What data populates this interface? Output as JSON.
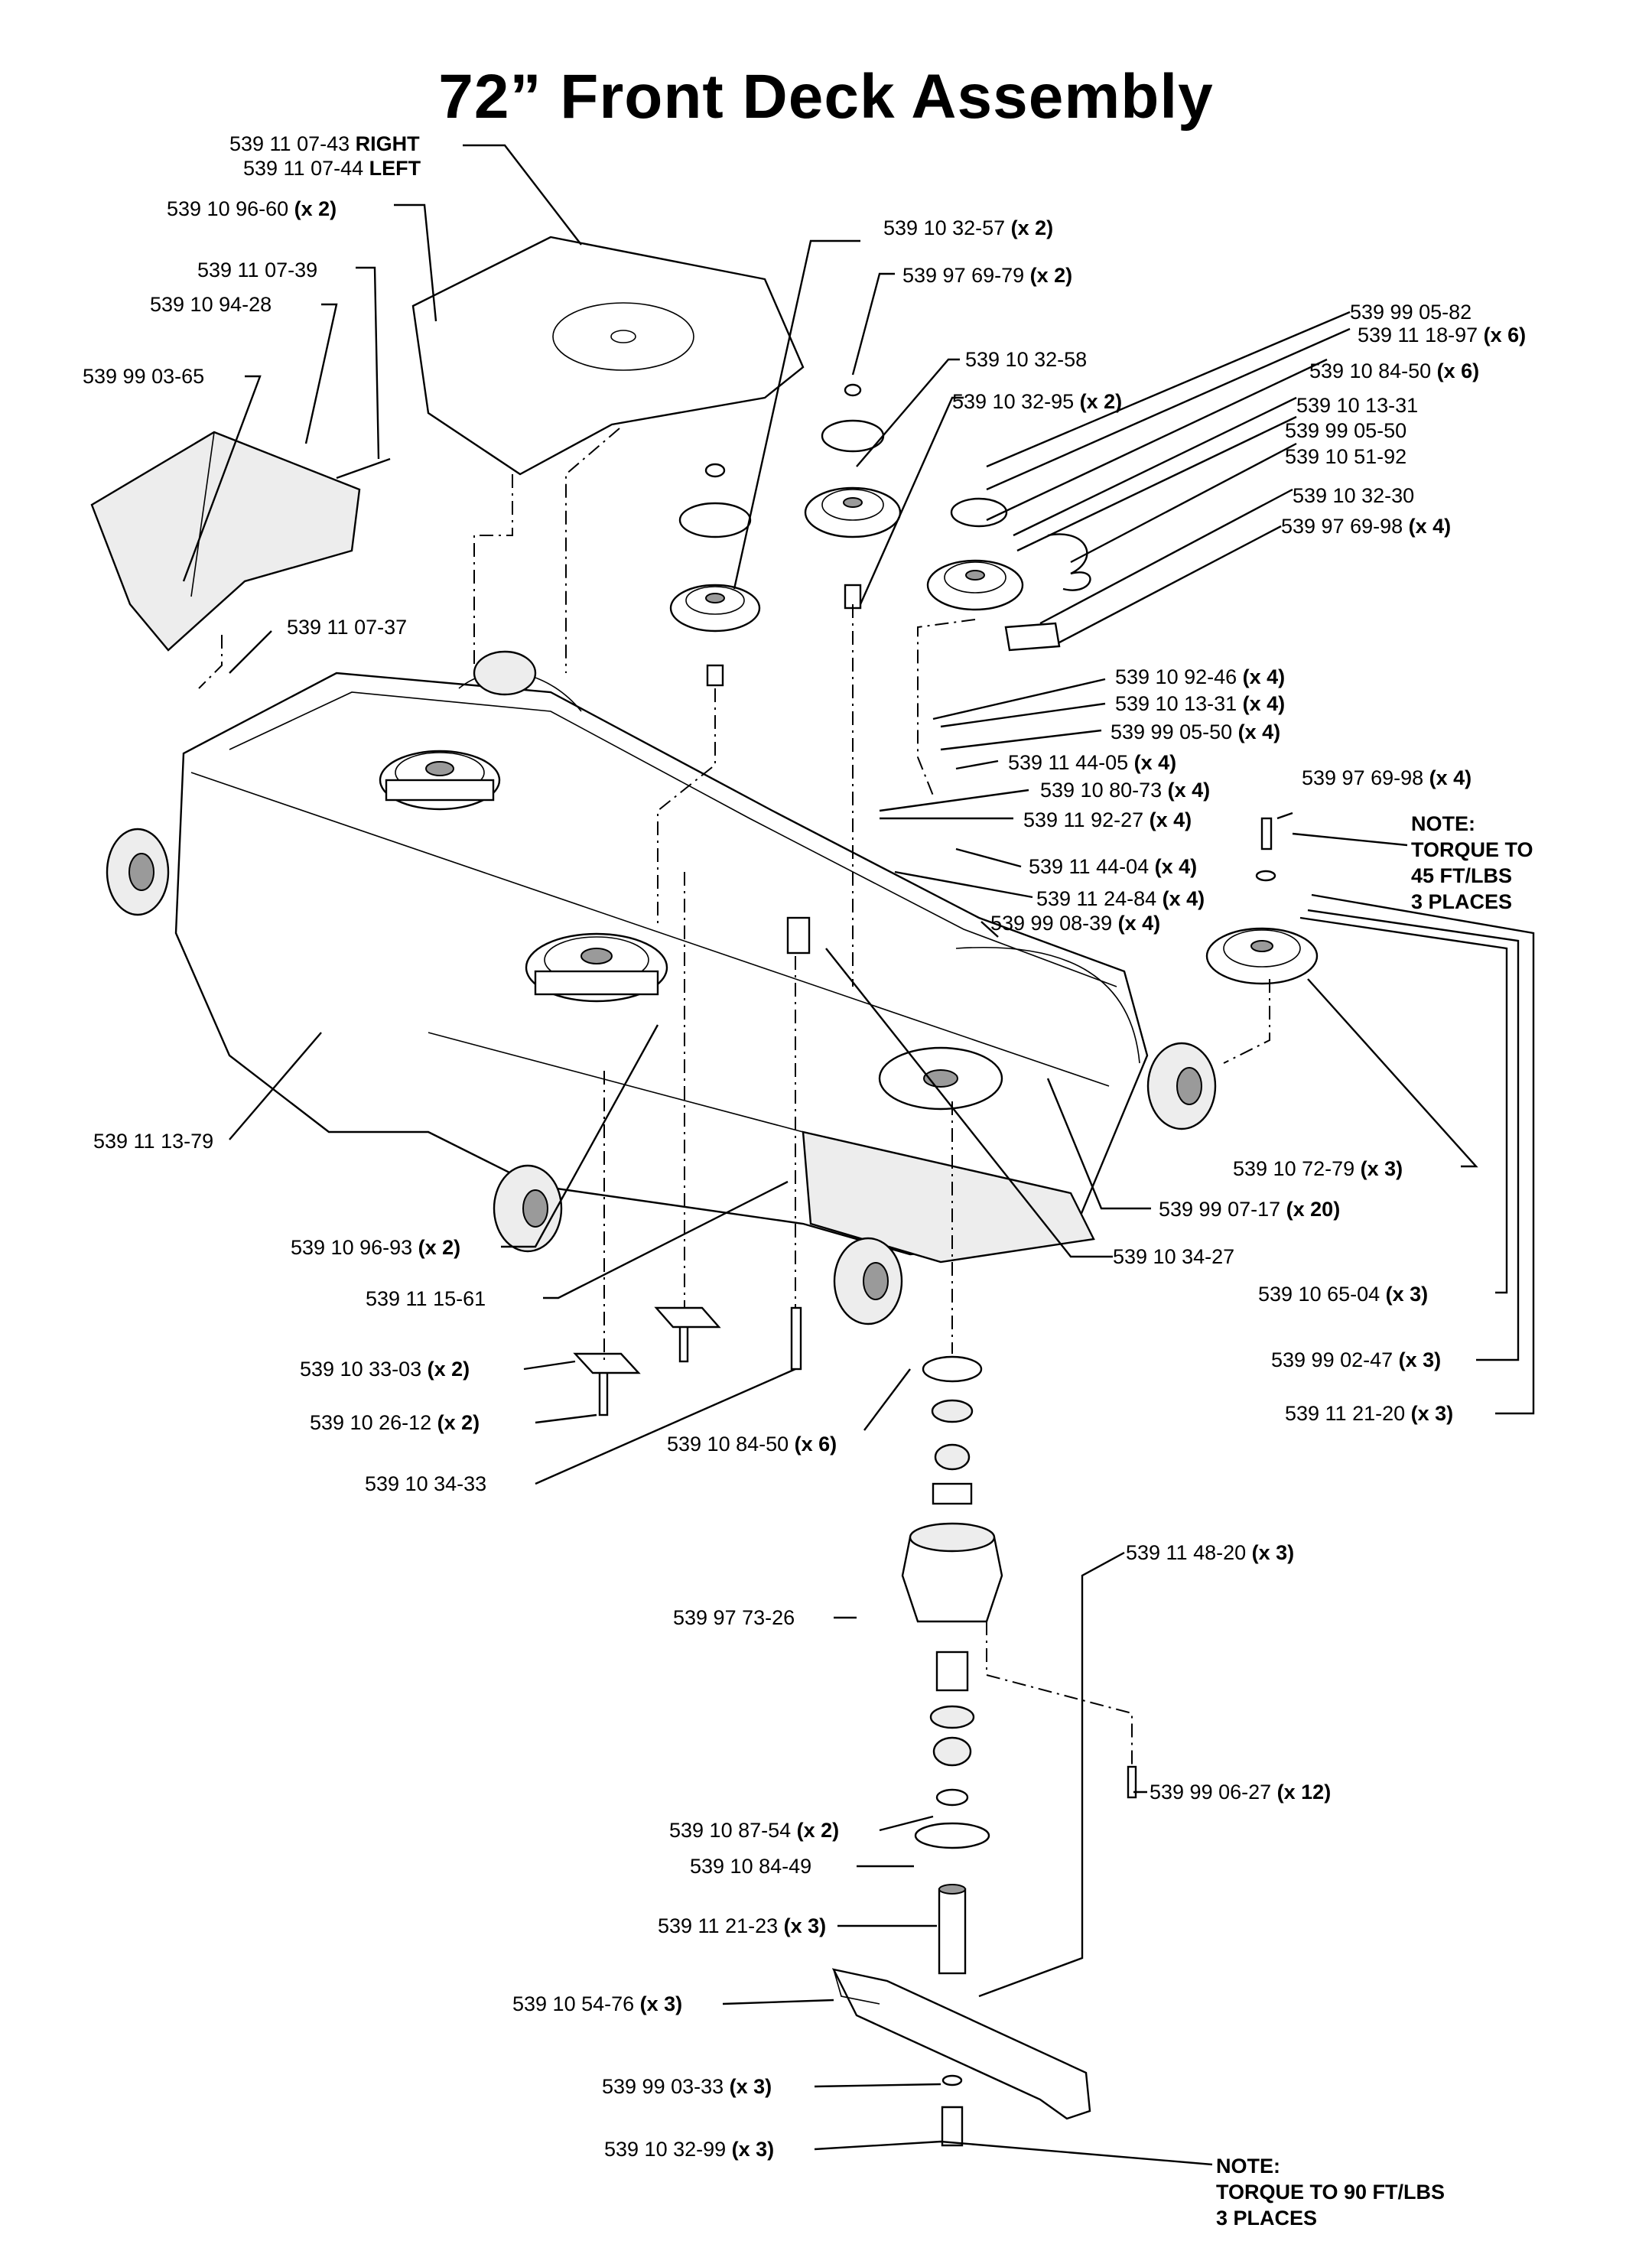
{
  "title": "72” Front Deck Assembly",
  "labels": [
    {
      "num": "539 11 07-43",
      "qty": "RIGHT"
    },
    {
      "num": "539 11 07-44",
      "qty": "LEFT"
    },
    {
      "num": "539 10 96-60",
      "qty": "(x 2)"
    },
    {
      "num": "539 11 07-39",
      "qty": ""
    },
    {
      "num": "539 10 94-28",
      "qty": ""
    },
    {
      "num": "539 99 03-65",
      "qty": ""
    },
    {
      "num": "539 11 07-37",
      "qty": ""
    },
    {
      "num": "539 10 32-57",
      "qty": "(x 2)"
    },
    {
      "num": "539 97 69-79",
      "qty": "(x 2)"
    },
    {
      "num": "539 10 32-58",
      "qty": ""
    },
    {
      "num": "539 10 32-95",
      "qty": "(x 2)"
    },
    {
      "num": "539 99 05-82",
      "qty": ""
    },
    {
      "num": "539 11 18-97",
      "qty": "(x 6)"
    },
    {
      "num": "539 10 84-50",
      "qty": "(x 6)"
    },
    {
      "num": "539 10 13-31",
      "qty": ""
    },
    {
      "num": "539 99 05-50",
      "qty": ""
    },
    {
      "num": "539 10 51-92",
      "qty": ""
    },
    {
      "num": "539 10 32-30",
      "qty": ""
    },
    {
      "num": "539 97 69-98",
      "qty": "(x 4)"
    },
    {
      "num": "539 10 92-46",
      "qty": "(x 4)"
    },
    {
      "num": "539 10 13-31",
      "qty": "(x 4)"
    },
    {
      "num": "539 99 05-50",
      "qty": "(x 4)"
    },
    {
      "num": "539 11 44-05",
      "qty": "(x 4)"
    },
    {
      "num": "539 10 80-73",
      "qty": "(x 4)"
    },
    {
      "num": "539 11 92-27",
      "qty": "(x 4)"
    },
    {
      "num": "539 11 44-04",
      "qty": "(x 4)"
    },
    {
      "num": "539 11 24-84",
      "qty": "(x 4)"
    },
    {
      "num": "539 99 08-39",
      "qty": "(x 4)"
    },
    {
      "num": "539 97 69-98",
      "qty": "(x 4)"
    },
    {
      "num": "539 11 13-79",
      "qty": ""
    },
    {
      "num": "539 10 72-79",
      "qty": "(x 3)"
    },
    {
      "num": "539 99 07-17",
      "qty": "(x 20)"
    },
    {
      "num": "539 10 96-93",
      "qty": "(x 2)"
    },
    {
      "num": "539 10 34-27",
      "qty": ""
    },
    {
      "num": "539 11 15-61",
      "qty": ""
    },
    {
      "num": "539 10 65-04",
      "qty": "(x 3)"
    },
    {
      "num": "539 99 02-47",
      "qty": "(x 3)"
    },
    {
      "num": "539 10 33-03",
      "qty": "(x 2)"
    },
    {
      "num": "539 11 21-20",
      "qty": "(x 3)"
    },
    {
      "num": "539 10 26-12",
      "qty": "(x 2)"
    },
    {
      "num": "539 10 84-50",
      "qty": "(x 6)"
    },
    {
      "num": "539 10 34-33",
      "qty": ""
    },
    {
      "num": "539 11 48-20",
      "qty": "(x 3)"
    },
    {
      "num": "539 97 73-26",
      "qty": ""
    },
    {
      "num": "539 99 06-27",
      "qty": "(x 12)"
    },
    {
      "num": "539 10 87-54",
      "qty": "(x 2)"
    },
    {
      "num": "539 10 84-49",
      "qty": ""
    },
    {
      "num": "539 11 21-23",
      "qty": "(x 3)"
    },
    {
      "num": "539 10 54-76",
      "qty": "(x 3)"
    },
    {
      "num": "539 99 03-33",
      "qty": "(x 3)"
    },
    {
      "num": "539 10 32-99",
      "qty": "(x 3)"
    }
  ],
  "notes": [
    "NOTE:\nTORQUE TO\n45 FT/LBS\n3 PLACES",
    "NOTE:\nTORQUE TO 90 FT/LBS\n3 PLACES"
  ]
}
